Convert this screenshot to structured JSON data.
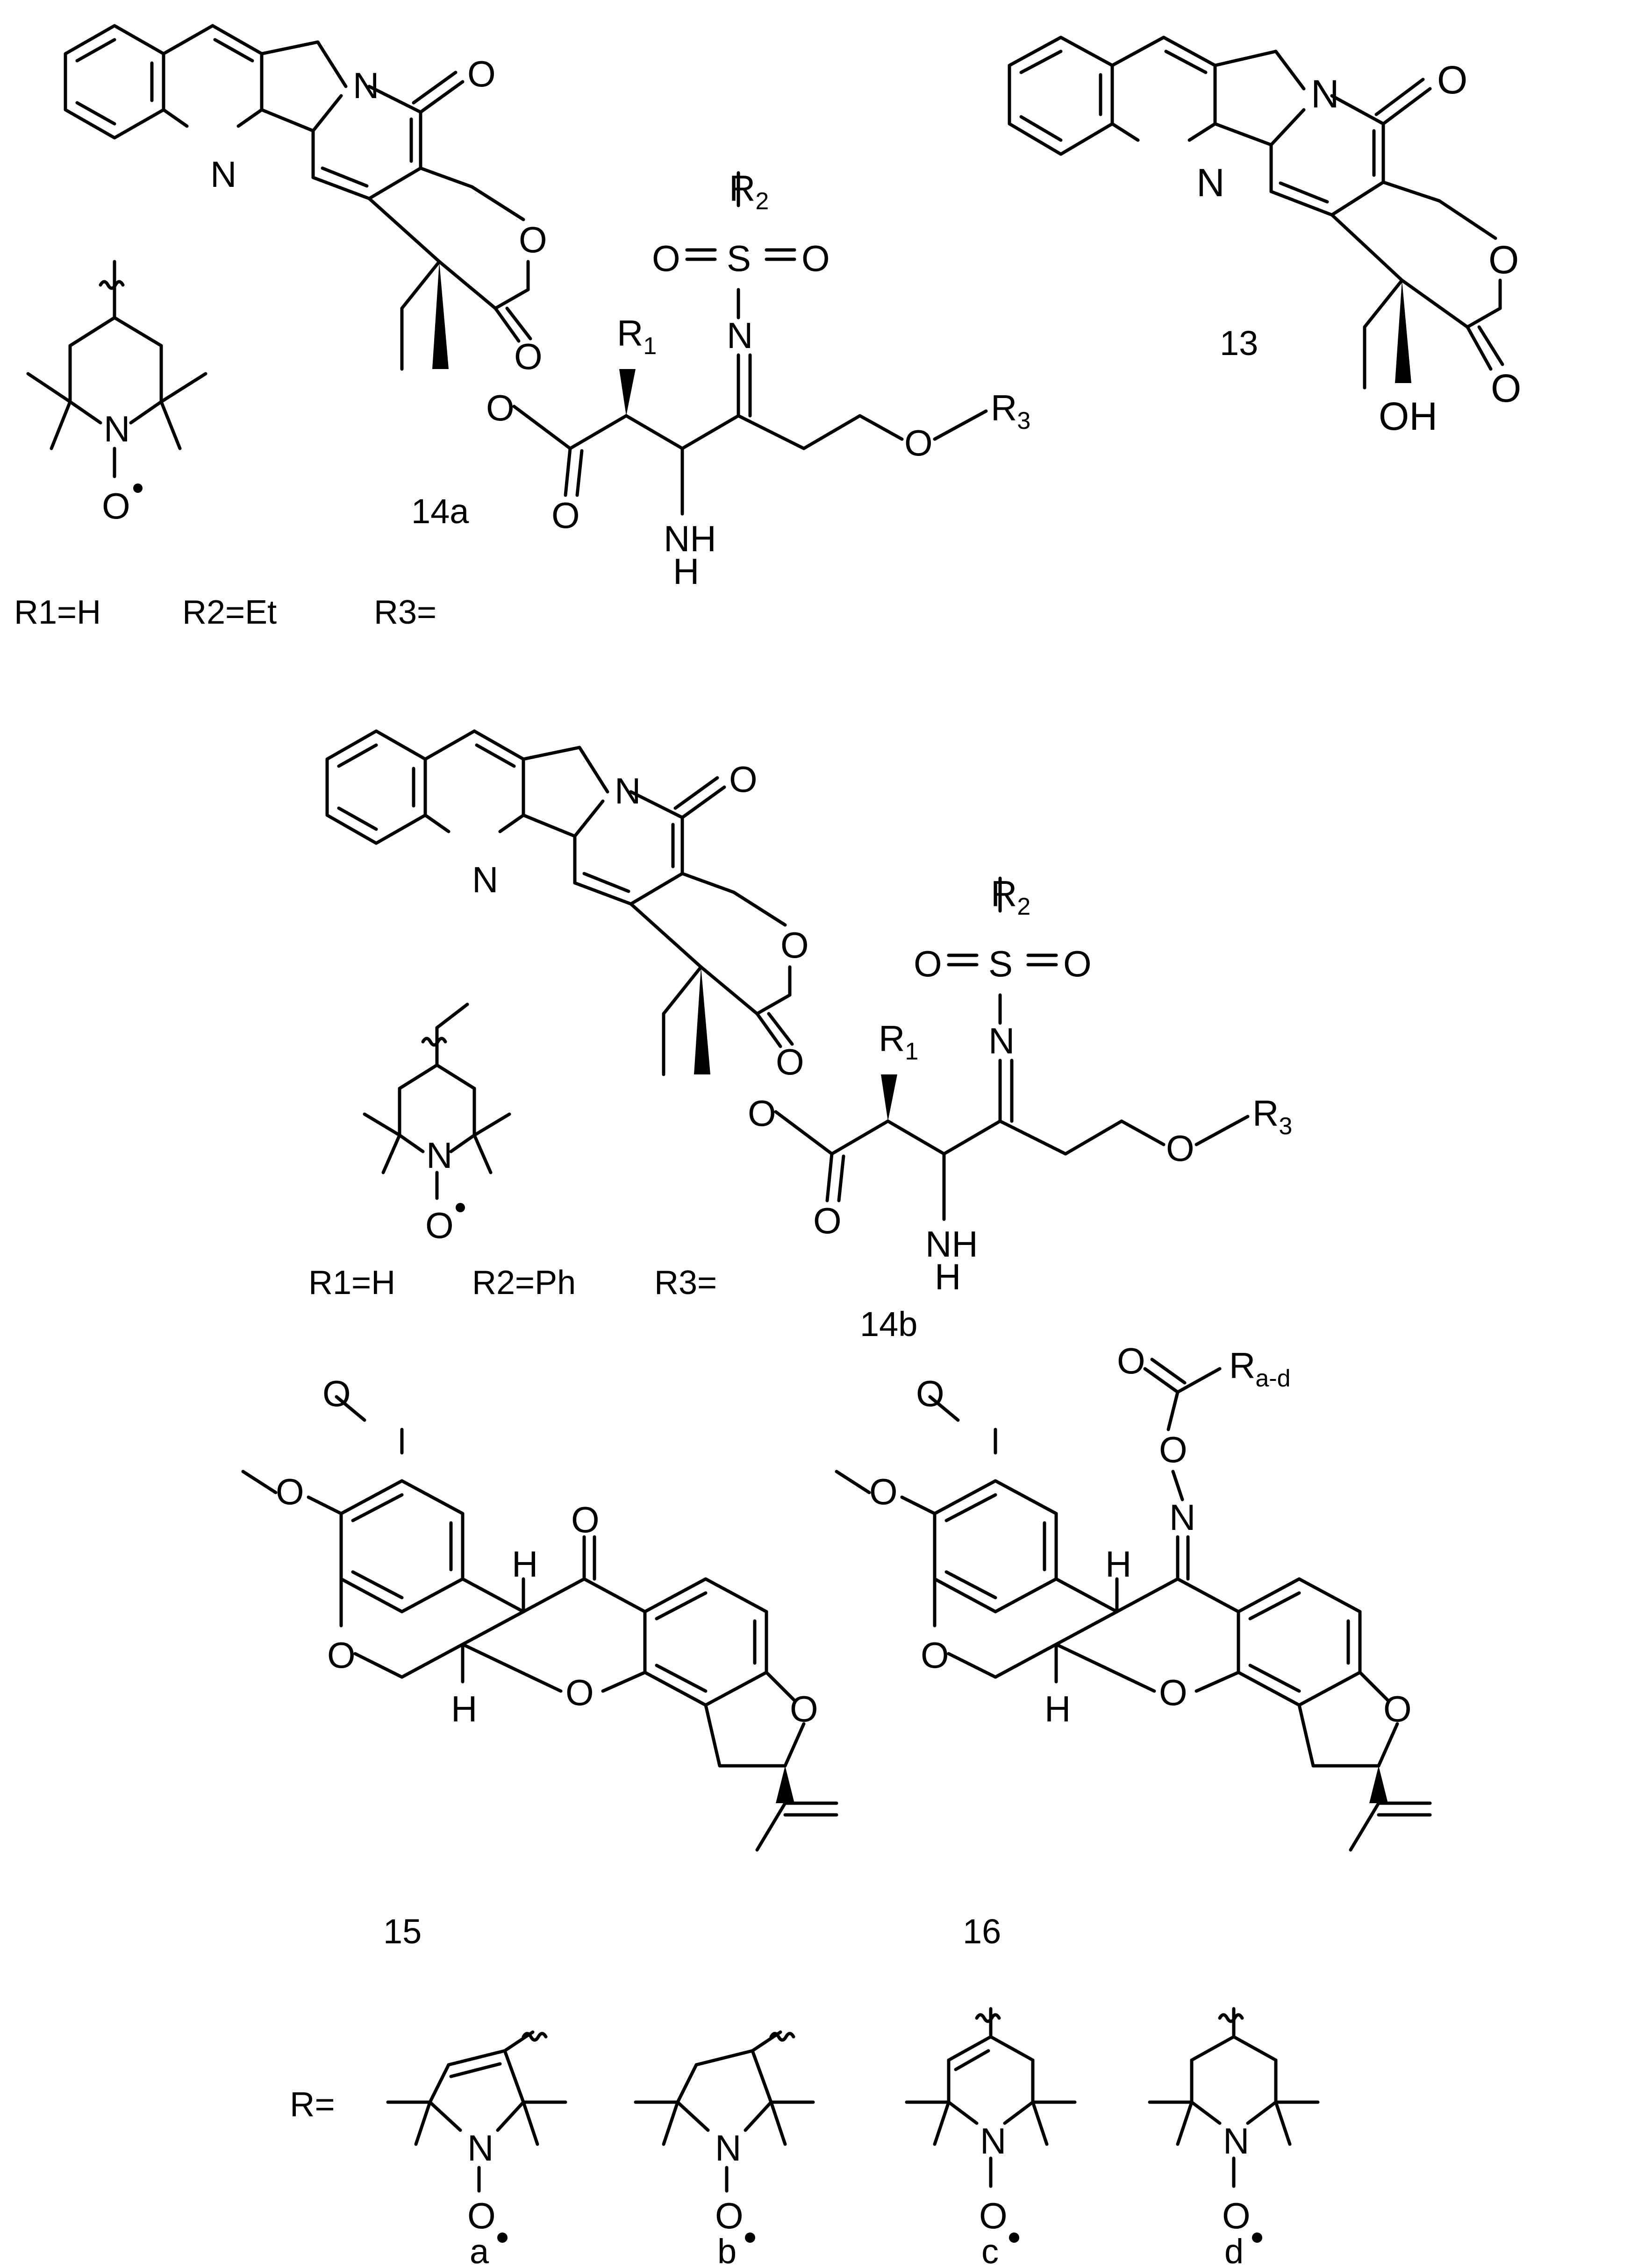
{
  "compounds": {
    "c14a": {
      "label": "14a",
      "r1": "R1=H",
      "r2": "R2=Et",
      "r3": "R3="
    },
    "c13": {
      "label": "13"
    },
    "c14b": {
      "label": "14b",
      "r1": "R1=H",
      "r2": "R2=Ph",
      "r3": "R3="
    },
    "c15": {
      "label": "15"
    },
    "c16": {
      "label": "16"
    }
  },
  "substituent_row": {
    "prefix": "R=",
    "items": [
      {
        "id": "a",
        "label": "a"
      },
      {
        "id": "b",
        "label": "b"
      },
      {
        "id": "c",
        "label": "c"
      },
      {
        "id": "d",
        "label": "d"
      }
    ]
  },
  "atoms": {
    "N": "N",
    "O": "O",
    "S": "S",
    "H": "H",
    "OH": "OH",
    "NH": "NH",
    "R": "R",
    "R1": "R",
    "R2": "R",
    "R3": "R",
    "sub1": "1",
    "sub2": "2",
    "sub3": "3",
    "subad": "a-d"
  }
}
